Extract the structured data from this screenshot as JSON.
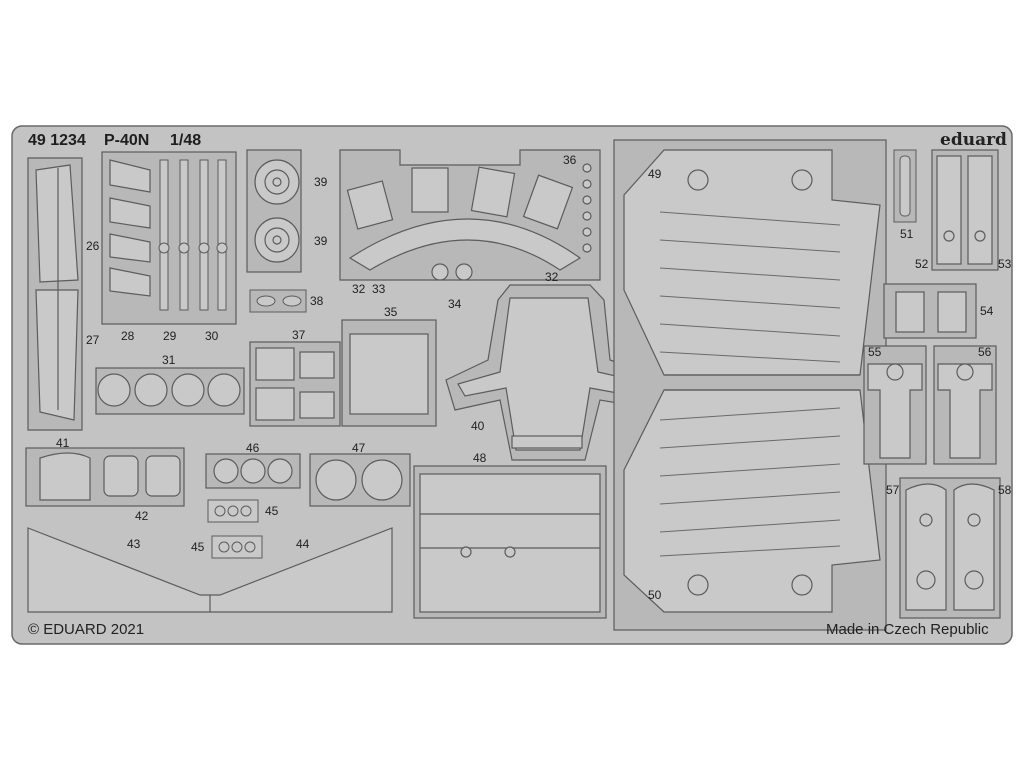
{
  "header": {
    "product_code": "49 1234",
    "aircraft": "P-40N",
    "scale": "1/48",
    "brand": "eduard"
  },
  "footer": {
    "copyright": "© EDUARD 2021",
    "origin": "Made in Czech Republic"
  },
  "colors": {
    "fret": "#c3c3c3",
    "frame": "#b4b4b4",
    "part": "#c9c9c9",
    "outline": "#5c5c5c",
    "rivet": "#9a9a9a",
    "text": "#222222"
  },
  "part_labels": {
    "p26": "26",
    "p27": "27",
    "p28": "28",
    "p29": "29",
    "p30": "30",
    "p31": "31",
    "p32a": "32",
    "p32b": "32",
    "p33": "33",
    "p34": "34",
    "p35": "35",
    "p36": "36",
    "p37": "37",
    "p38": "38",
    "p39a": "39",
    "p39b": "39",
    "p40": "40",
    "p41": "41",
    "p42": "42",
    "p43": "43",
    "p44": "44",
    "p45a": "45",
    "p45b": "45",
    "p46": "46",
    "p47": "47",
    "p48": "48",
    "p49": "49",
    "p50": "50",
    "p51": "51",
    "p52": "52",
    "p53": "53",
    "p54": "54",
    "p55": "55",
    "p56": "56",
    "p57": "57",
    "p58": "58"
  }
}
